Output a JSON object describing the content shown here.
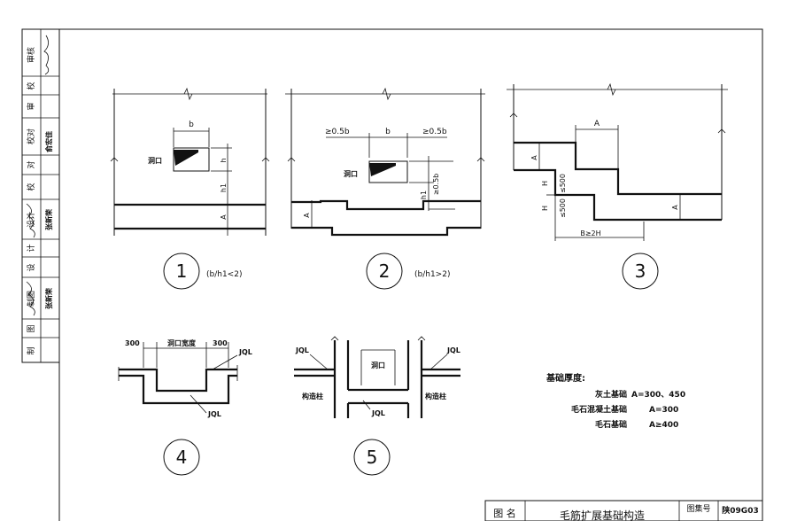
{
  "sidebar": {
    "cells": [
      "审核",
      "校",
      "审",
      "校对",
      "对",
      "校",
      "设计",
      "计",
      "设",
      "制图",
      "图",
      "制"
    ],
    "names": [
      "俞宏佳",
      "张新荣",
      "张新荣"
    ],
    "signatures": [
      "俞宏佳",
      "张新荣",
      "张新荣"
    ]
  },
  "diagram1": {
    "b": "b",
    "h": "h",
    "h1": "h1",
    "A": "A",
    "opening": "洞口",
    "number": "1",
    "condition": "(b/h1<2)"
  },
  "diagram2": {
    "left_dim": "≥0.5b",
    "b": "b",
    "right_dim": "≥0.5b",
    "opening": "洞口",
    "h_dim": "≥0.5b",
    "h1": "h1",
    "A": "A",
    "number": "2",
    "condition": "(b/h1>2)"
  },
  "diagram3": {
    "A_top": "A",
    "A_left": "A",
    "H1": "H",
    "H1_dim": "≤500",
    "H2": "H",
    "H2_dim": "≤500",
    "A_right": "A",
    "B_dim": "B≥2H",
    "number": "3"
  },
  "diagram4": {
    "left_300": "300",
    "width_label": "洞口宽度",
    "right_300": "300",
    "jql_top": "JQL",
    "jql_bottom": "JQL",
    "number": "4"
  },
  "diagram5": {
    "jql_left": "JQL",
    "jql_right": "JQL",
    "opening": "洞口",
    "col_left": "构造柱",
    "col_right": "构造柱",
    "jql_bottom": "JQL",
    "number": "5"
  },
  "notes": {
    "title": "基础厚度:",
    "lines": [
      {
        "label": "灰土基础",
        "value": "A=300、450"
      },
      {
        "label": "毛石混凝土基础",
        "value": "A=300"
      },
      {
        "label": "毛石基础",
        "value": "A≥400"
      }
    ]
  },
  "titleblock": {
    "name_label": "图 名",
    "title": "毛筋扩展基础构造",
    "set_label": "图集号",
    "set_number": "陕09G03"
  }
}
